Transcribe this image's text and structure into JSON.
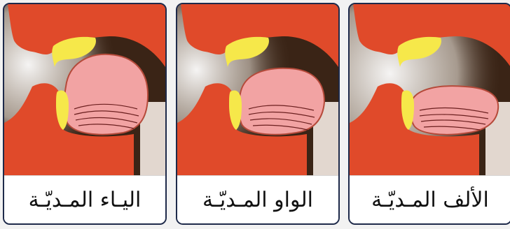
{
  "panels": [
    {
      "id": "ya",
      "caption": "اليـاء المـديّـة"
    },
    {
      "id": "waw",
      "caption": "الواو المـديّـة"
    },
    {
      "id": "alif",
      "caption": "الألف المـديّـة"
    }
  ],
  "colors": {
    "background": "#3a2416",
    "tissue": "#e04a2a",
    "tongue": "#f2a3a3",
    "teeth": "#f6e84a",
    "air": "#f4f0e8",
    "frame": "#1e2a4a"
  }
}
